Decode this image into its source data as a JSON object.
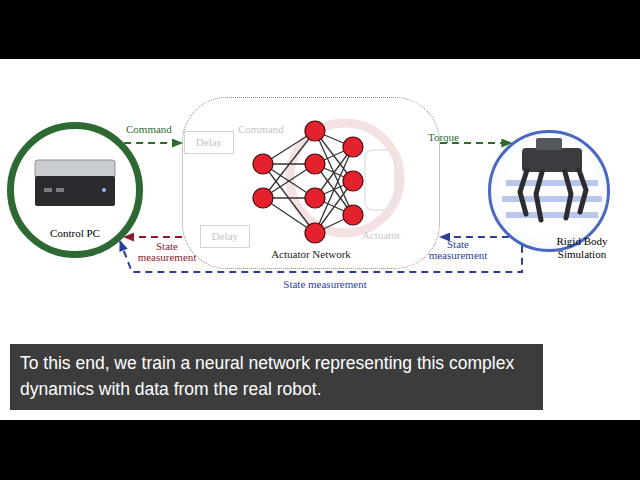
{
  "diagram": {
    "caption": "To this end, we train a neural network representing this complex dynamics with data from the real robot.",
    "nodes": [
      {
        "text": [
          "Control PC"
        ]
      },
      {
        "text": [
          "Actuator Network"
        ]
      },
      {
        "text": [
          "Delay"
        ],
        "in": 1
      },
      {
        "text": [
          "Delay"
        ],
        "in": 1
      },
      {
        "text": [
          "Rigid Body Simulation"
        ]
      }
    ],
    "edges": [
      {
        "from": 0,
        "to": 1,
        "arrow": "to",
        "label": "Command"
      },
      {
        "from": 1,
        "to": 4,
        "arrow": "to",
        "label": "Torque"
      },
      {
        "from": 4,
        "to": 1,
        "arrow": "to",
        "label": "State measurement"
      },
      {
        "from": 1,
        "to": 0,
        "arrow": "to",
        "label": "State measurement"
      },
      {
        "from": 4,
        "to": 0,
        "arrow": "to",
        "label": "State measurement"
      }
    ],
    "labels": [
      "Command",
      "Actuator"
    ]
  }
}
